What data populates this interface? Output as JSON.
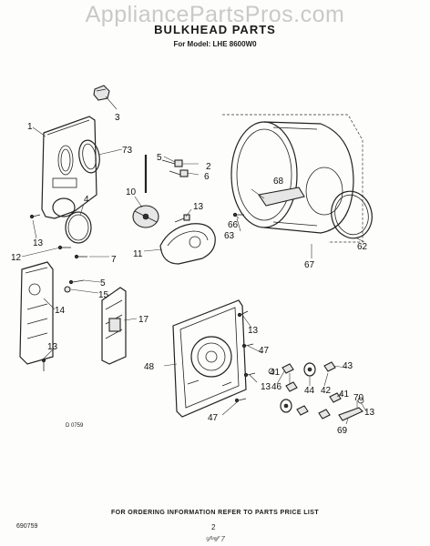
{
  "watermark": "AppliancePartsPros.com",
  "header": {
    "title": "BULKHEAD PARTS",
    "subtitle": "For Model: LHE 8600W0"
  },
  "drawing_code": "D 0759",
  "footer": {
    "ordering_note": "FOR ORDERING INFORMATION REFER TO PARTS PRICE LIST",
    "page_number": "2",
    "doc_number": "690759",
    "signature": "ᶜ⁄⁄ᵘᵉ⁄⁄ 7"
  },
  "callouts": [
    {
      "id": "1"
    },
    {
      "id": "2"
    },
    {
      "id": "3"
    },
    {
      "id": "4"
    },
    {
      "id": "5"
    },
    {
      "id": "6"
    },
    {
      "id": "7"
    },
    {
      "id": "10"
    },
    {
      "id": "11"
    },
    {
      "id": "12"
    },
    {
      "id": "13"
    },
    {
      "id": "14"
    },
    {
      "id": "15"
    },
    {
      "id": "17"
    },
    {
      "id": "41"
    },
    {
      "id": "42"
    },
    {
      "id": "43"
    },
    {
      "id": "44"
    },
    {
      "id": "46"
    },
    {
      "id": "47"
    },
    {
      "id": "48"
    },
    {
      "id": "62"
    },
    {
      "id": "63"
    },
    {
      "id": "66"
    },
    {
      "id": "67"
    },
    {
      "id": "68"
    },
    {
      "id": "69"
    },
    {
      "id": "70"
    },
    {
      "id": "73"
    }
  ]
}
